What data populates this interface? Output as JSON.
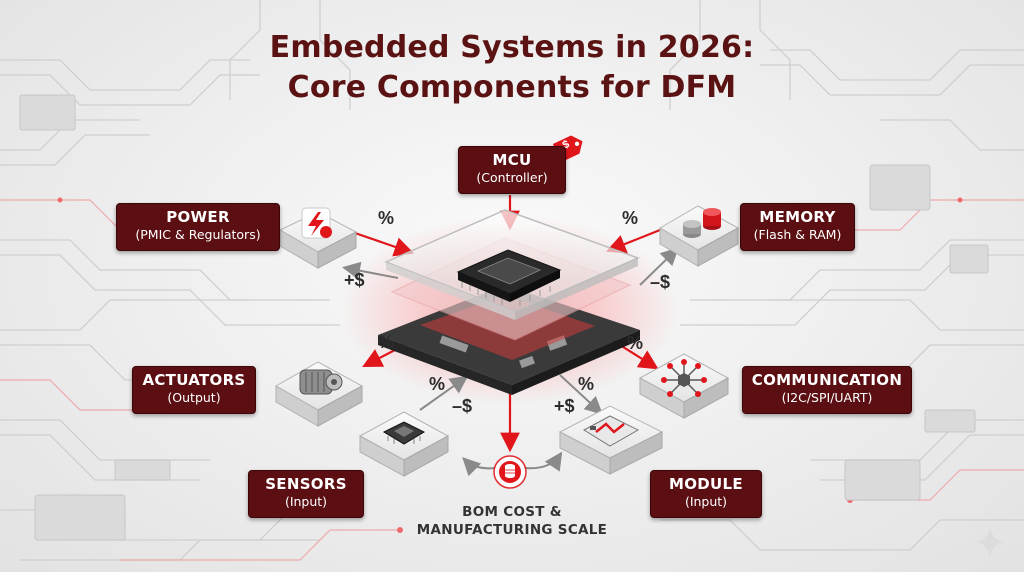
{
  "title_line1": "Embedded Systems in 2026:",
  "title_line2": "Core Components for DFM",
  "components": {
    "mcu": {
      "title": "MCU",
      "subtitle": "(Controller)"
    },
    "power": {
      "title": "POWER",
      "subtitle": "(PMIC & Regulators)"
    },
    "memory": {
      "title": "MEMORY",
      "subtitle": "(Flash & RAM)"
    },
    "actuators": {
      "title": "ACTUATORS",
      "subtitle": "(Output)"
    },
    "communication": {
      "title": "COMMUNICATION",
      "subtitle": "(I2C/SPI/UART)"
    },
    "sensors": {
      "title": "SENSORS",
      "subtitle": "(Input)"
    },
    "module": {
      "title": "MODULE",
      "subtitle": "(Input)"
    }
  },
  "bom_line1": "BOM COST &",
  "bom_line2": "MANUFACTURING SCALE",
  "markers": {
    "percent": "%",
    "plus_cost": "+$",
    "minus_cost": "–$",
    "cost_tag": "$"
  },
  "colors": {
    "accent": "#e0161b",
    "label_bg": "#5c0f12",
    "title": "#5a1212"
  },
  "icons": [
    "price-tag-icon",
    "power-bolt-icon",
    "memory-stack-icon",
    "motor-icon",
    "network-cube-icon",
    "sensor-chip-icon",
    "module-board-icon",
    "coin-stack-icon",
    "sparkle-icon"
  ]
}
